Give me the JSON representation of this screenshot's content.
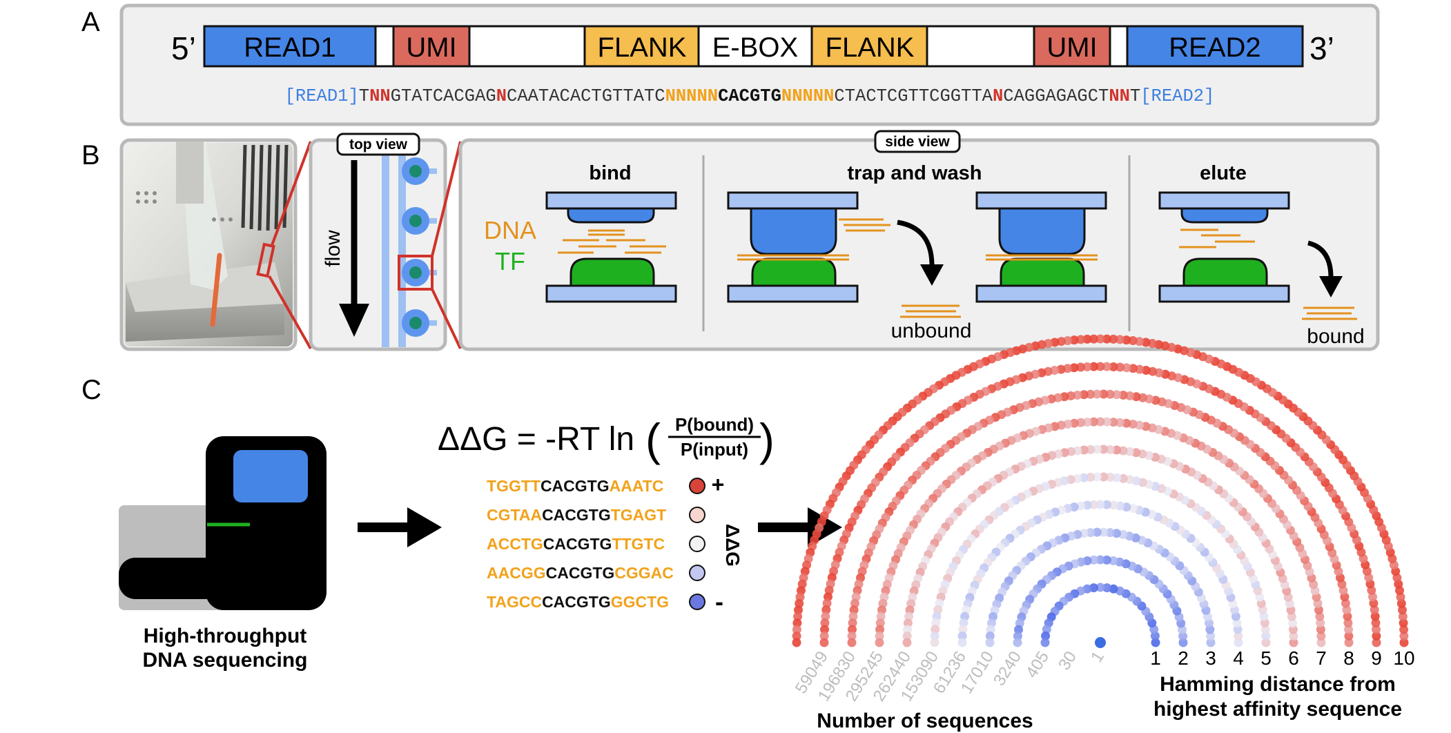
{
  "panel_a": {
    "letter": "A",
    "five_prime": "5’",
    "three_prime": "3’",
    "segments": {
      "read1": "READ1",
      "umi1": "UMI",
      "flank1": "FLANK",
      "ebox": "E-BOX",
      "flank2": "FLANK",
      "umi2": "UMI",
      "read2": "READ2"
    },
    "sequence_parts": [
      {
        "text": "[READ1]",
        "color": "#3d7fe0",
        "bold": false
      },
      {
        "text": "T",
        "color": "#333333",
        "bold": false
      },
      {
        "text": "NN",
        "color": "#d0352c",
        "bold": true
      },
      {
        "text": "GTATCACGAG",
        "color": "#333333",
        "bold": false
      },
      {
        "text": "N",
        "color": "#d0352c",
        "bold": true
      },
      {
        "text": "CAATACACTGTTATC",
        "color": "#333333",
        "bold": false
      },
      {
        "text": "NNNNN",
        "color": "#f2a21b",
        "bold": true
      },
      {
        "text": "CACGTG",
        "color": "#111111",
        "bold": true
      },
      {
        "text": "NNNNN",
        "color": "#f2a21b",
        "bold": true
      },
      {
        "text": "CTACTCGTTCGGTTA",
        "color": "#333333",
        "bold": false
      },
      {
        "text": "N",
        "color": "#d0352c",
        "bold": true
      },
      {
        "text": "CAGGAGAGCT",
        "color": "#333333",
        "bold": false
      },
      {
        "text": "NN",
        "color": "#d0352c",
        "bold": true
      },
      {
        "text": "T",
        "color": "#333333",
        "bold": false
      },
      {
        "text": "[READ2]",
        "color": "#3d7fe0",
        "bold": false
      }
    ]
  },
  "panel_b": {
    "letter": "B",
    "top_view": "top view",
    "flow": "flow",
    "side_view": "side view",
    "bind": "bind",
    "trap_and_wash": "trap and wash",
    "elute": "elute",
    "dna": "DNA",
    "tf": "TF",
    "unbound": "unbound",
    "bound": "bound"
  },
  "panel_c": {
    "letter": "C",
    "sequencer_caption_line1": "High-throughput",
    "sequencer_caption_line2": "DNA sequencing",
    "eq_lhs": "ΔΔG = -RT ln",
    "eq_num": "P(bound)",
    "eq_den": "P(input)",
    "ddg_axis": "ΔΔG",
    "plus": "+",
    "minus": "-",
    "examples": [
      {
        "flank1": "TGGTT",
        "core": "CACGTG",
        "flank2": "AAATC",
        "dot": "#d8443a"
      },
      {
        "flank1": "CGTAA",
        "core": "CACGTG",
        "flank2": "TGAGT",
        "dot": "#f7d6cf"
      },
      {
        "flank1": "ACCTG",
        "core": "CACGTG",
        "flank2": "TTGTC",
        "dot": "#f2f2f2"
      },
      {
        "flank1": "AACGG",
        "core": "CACGTG",
        "flank2": "CGGAC",
        "dot": "#c4c8f0"
      },
      {
        "flank1": "TAGCC",
        "core": "CACGTG",
        "flank2": "GGCTG",
        "dot": "#6a78e0"
      }
    ],
    "hamming_distances": [
      "1",
      "2",
      "3",
      "4",
      "5",
      "6",
      "7",
      "8",
      "9",
      "10"
    ],
    "sequence_counts": [
      "1",
      "30",
      "405",
      "3240",
      "17010",
      "61236",
      "153090",
      "262440",
      "295245",
      "196830",
      "59049"
    ],
    "hamming_label_line1": "Hamming distance from",
    "hamming_label_line2": "highest affinity sequence",
    "count_label": "Number of sequences",
    "ring_tone": [
      0.15,
      0.25,
      0.35,
      0.45,
      0.55,
      0.65,
      0.75,
      0.85,
      0.92,
      0.97
    ]
  },
  "colors": {
    "blue": "#4585e6",
    "light_blue": "#a9c4f3",
    "red_block": "#db6a5e",
    "orange": "#f6bd4f",
    "dna_orange": "#e3921e",
    "tf_green": "#1fb01f",
    "panel_bg": "#f0f0f0",
    "panel_border": "#b9b9b9"
  }
}
